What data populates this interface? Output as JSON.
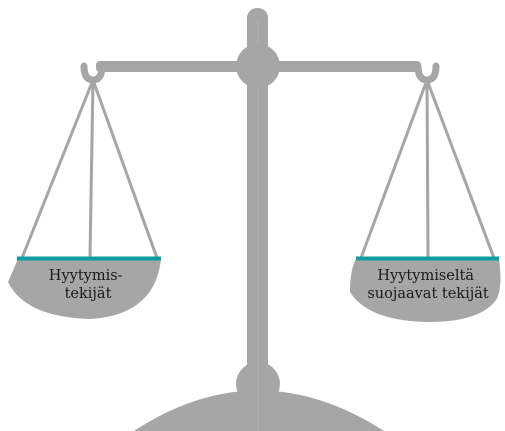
{
  "figure": {
    "type": "balance-scale",
    "colors": {
      "metal": "#a6a6a6",
      "pan_rim": "#0e9ca0",
      "label_text": "#1a1a1a",
      "background": "#ffffff"
    }
  },
  "left_pan": {
    "label_lines": [
      "Hyytymis-",
      "tekijät"
    ]
  },
  "right_pan": {
    "label_lines": [
      "Hyytymiseltä",
      "suojaavat tekijät"
    ]
  }
}
